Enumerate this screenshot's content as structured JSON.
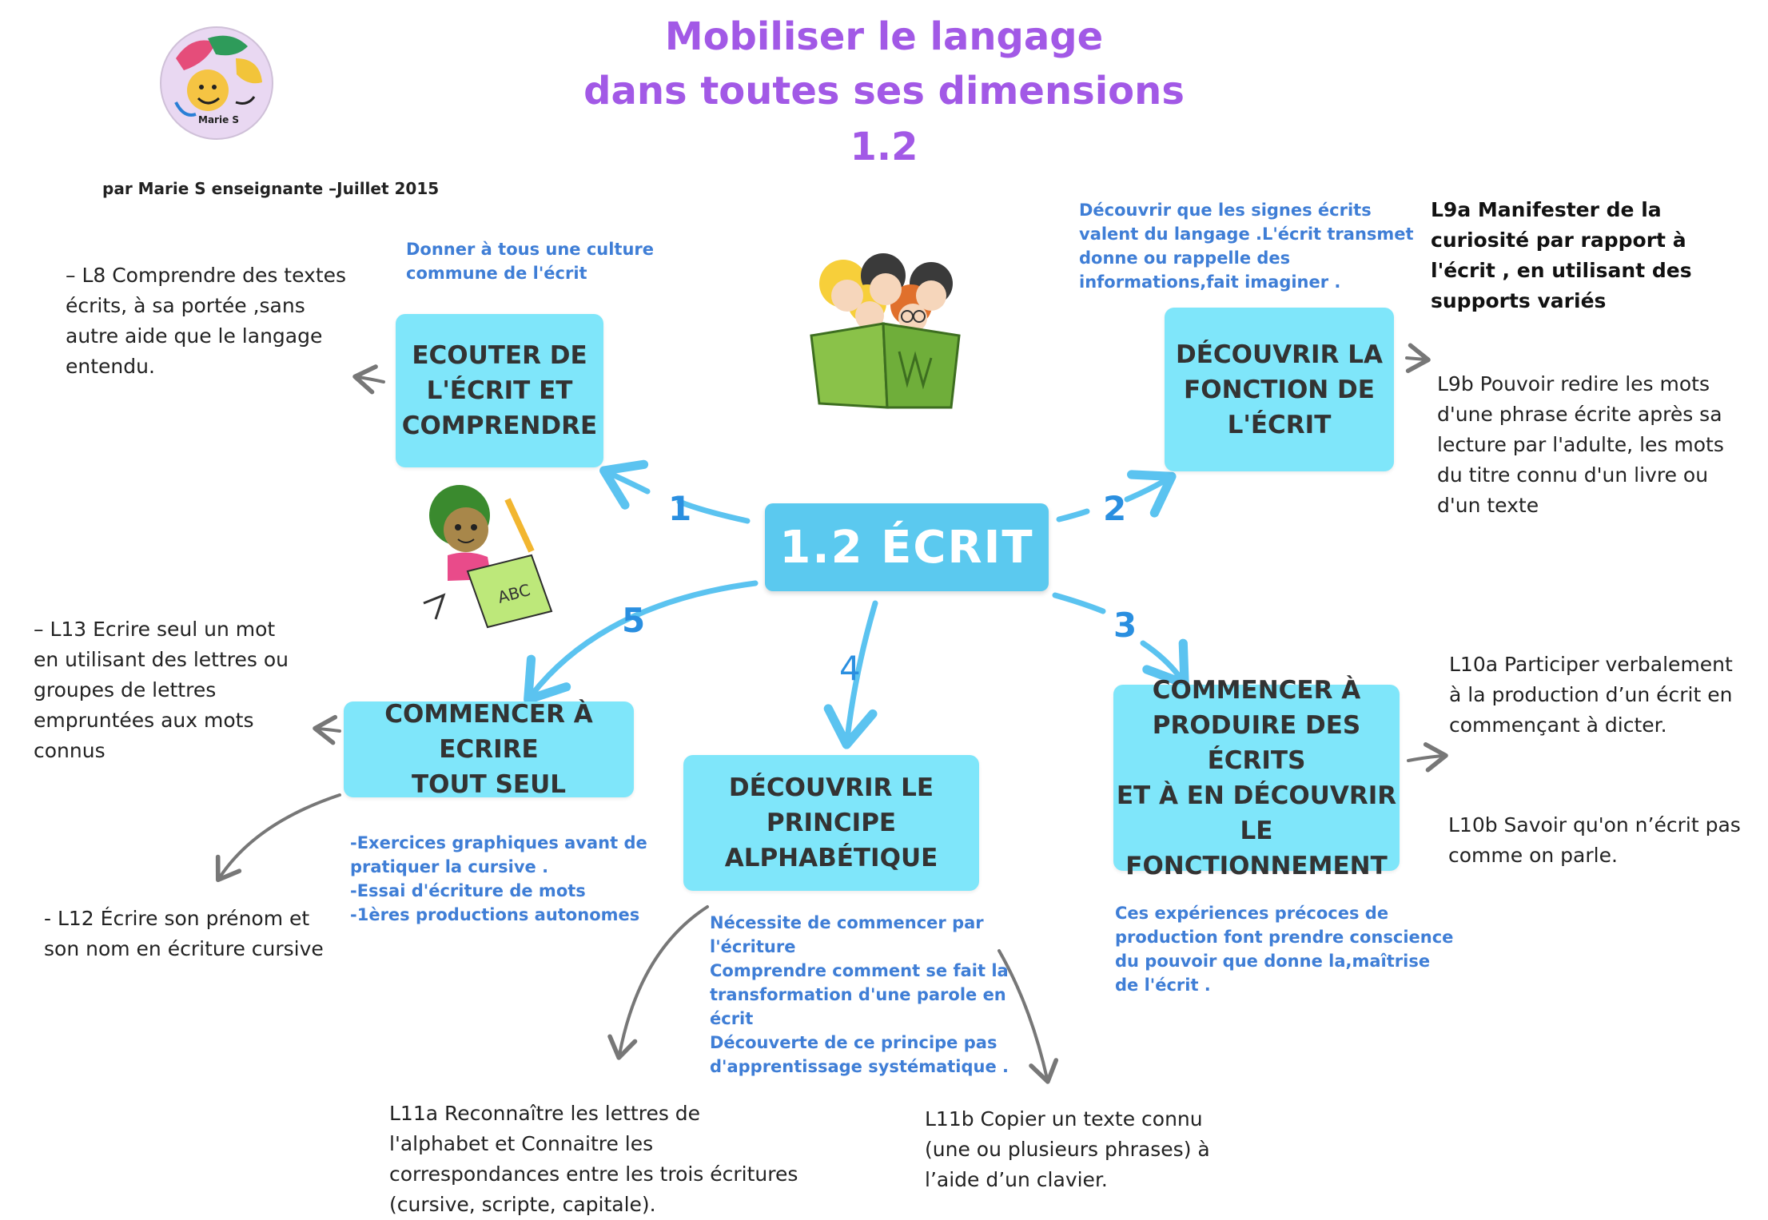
{
  "header": {
    "title_line1": "Mobiliser le langage",
    "title_line2": "dans toutes ses dimensions",
    "title_line3": "1.2",
    "credit": "par Marie S enseignante –Juillet 2015",
    "logo_label": "Marie S"
  },
  "center": {
    "label": "1.2 ÉCRIT"
  },
  "branches": [
    {
      "number": "1",
      "title_lines": [
        "ECOUTER  DE",
        "L'ÉCRIT ET",
        "COMPRENDRE"
      ],
      "note_lines": [
        "Donner à tous une culture",
        "commune de l'écrit"
      ],
      "objectives": [
        [
          "– L8 Comprendre des textes",
          "écrits, à sa portée ,sans",
          "autre aide que le langage",
          "entendu."
        ]
      ]
    },
    {
      "number": "2",
      "title_lines": [
        "DÉCOUVRIR LA",
        "FONCTION DE",
        "L'ÉCRIT"
      ],
      "note_lines": [
        "Découvrir que les signes écrits",
        "valent du langage .L'écrit transmet",
        "donne ou rappelle des",
        "informations,fait imaginer ."
      ],
      "objectives": [
        [
          "L9a Manifester de la",
          "curiosité  par rapport à",
          "l'écrit , en utilisant des",
          "supports variés"
        ],
        [
          "L9b Pouvoir redire les mots",
          "d'une phrase écrite après sa",
          "lecture par l'adulte, les mots",
          "du titre connu d'un livre ou",
          "d'un texte"
        ]
      ]
    },
    {
      "number": "3",
      "title_lines": [
        "COMMENCER À",
        "PRODUIRE DES ÉCRITS",
        "ET À EN DÉCOUVRIR LE",
        "FONCTIONNEMENT"
      ],
      "note_lines": [
        "Ces expériences précoces de",
        "production font prendre conscience",
        "du pouvoir que donne la,maîtrise",
        "de l'écrit ."
      ],
      "objectives": [
        [
          "L10a Participer verbalement",
          "à la production d’un écrit en",
          "commençant à dicter."
        ],
        [
          "L10b Savoir qu'on n’écrit pas",
          "comme on parle."
        ]
      ]
    },
    {
      "number": "4",
      "title_lines": [
        "DÉCOUVRIR LE PRINCIPE",
        "ALPHABÉTIQUE"
      ],
      "note_lines": [
        "Nécessite de commencer par",
        "l'écriture",
        "Comprendre comment se fait la",
        "transformation d'une parole en",
        "écrit",
        "Découverte de ce principe pas",
        "d'apprentissage systématique ."
      ],
      "objectives": [
        [
          "L11a Reconnaître les lettres de",
          "l'alphabet et Connaitre les",
          "correspondances entre les trois écritures",
          "(cursive, scripte, capitale)."
        ],
        [
          "L11b Copier un texte connu",
          "(une ou plusieurs phrases) à",
          "l’aide d’un clavier."
        ]
      ]
    },
    {
      "number": "5",
      "title_lines": [
        "COMMENCER À ECRIRE",
        "TOUT SEUL"
      ],
      "note_lines": [
        "-Exercices graphiques avant de",
        "pratiquer la cursive .",
        "-Essai d'écriture de mots",
        "-1ères productions autonomes"
      ],
      "objectives": [
        [
          "– L13 Ecrire seul un mot",
          "en utilisant des lettres ou",
          "groupes de lettres",
          "empruntées aux mots",
          "connus"
        ],
        [
          "- L12 Écrire son prénom et",
          "son nom en écriture cursive"
        ]
      ]
    }
  ],
  "colors": {
    "title": "#a259e6",
    "box": "#7fe6fa",
    "center": "#5bc9ef",
    "arrow": "#5bc3f0",
    "note": "#3f7ed6",
    "number": "#2a8fe0",
    "gray_arrow": "#777777"
  }
}
